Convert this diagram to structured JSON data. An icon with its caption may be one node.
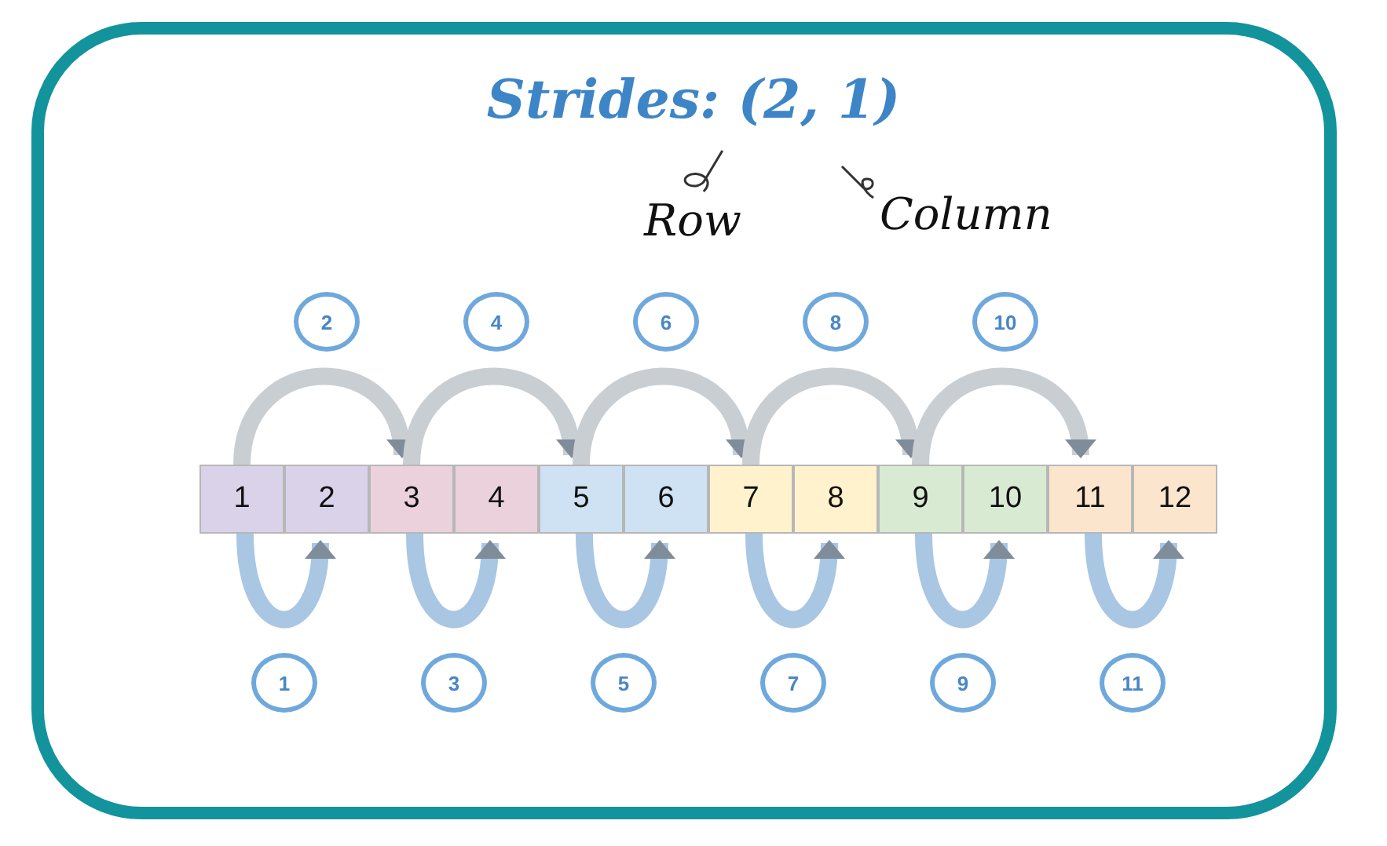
{
  "diagram": {
    "title": "Strides: (2, 1)",
    "nodes": [
      {
        "text": [
          "1"
        ]
      },
      {
        "text": [
          "2"
        ]
      },
      {
        "text": [
          "3"
        ]
      },
      {
        "text": [
          "4"
        ]
      },
      {
        "text": [
          "5"
        ]
      },
      {
        "text": [
          "6"
        ]
      },
      {
        "text": [
          "7"
        ]
      },
      {
        "text": [
          "8"
        ]
      },
      {
        "text": [
          "9"
        ]
      },
      {
        "text": [
          "10"
        ]
      },
      {
        "text": [
          "11"
        ]
      },
      {
        "text": [
          "12"
        ]
      },
      {
        "text": [
          "Row"
        ]
      },
      {
        "text": [
          "Column"
        ]
      }
    ],
    "edges": [
      {
        "from": 0,
        "to": 1,
        "arrow": "to",
        "label": "1"
      },
      {
        "from": 0,
        "to": 2,
        "arrow": "to",
        "label": "2"
      },
      {
        "from": 2,
        "to": 3,
        "arrow": "to",
        "label": "3"
      },
      {
        "from": 2,
        "to": 4,
        "arrow": "to",
        "label": "4"
      },
      {
        "from": 4,
        "to": 5,
        "arrow": "to",
        "label": "5"
      },
      {
        "from": 4,
        "to": 6,
        "arrow": "to",
        "label": "6"
      },
      {
        "from": 6,
        "to": 7,
        "arrow": "to",
        "label": "7"
      },
      {
        "from": 6,
        "to": 8,
        "arrow": "to",
        "label": "8"
      },
      {
        "from": 8,
        "to": 9,
        "arrow": "to",
        "label": "9"
      },
      {
        "from": 8,
        "to": 10,
        "arrow": "to",
        "label": "10"
      },
      {
        "from": 10,
        "to": 11,
        "arrow": "to",
        "label": "11"
      },
      {
        "from": 12,
        "to": null,
        "arrow": "none",
        "color": "#333333"
      },
      {
        "from": 13,
        "to": null,
        "arrow": "none",
        "color": "#333333"
      }
    ]
  }
}
